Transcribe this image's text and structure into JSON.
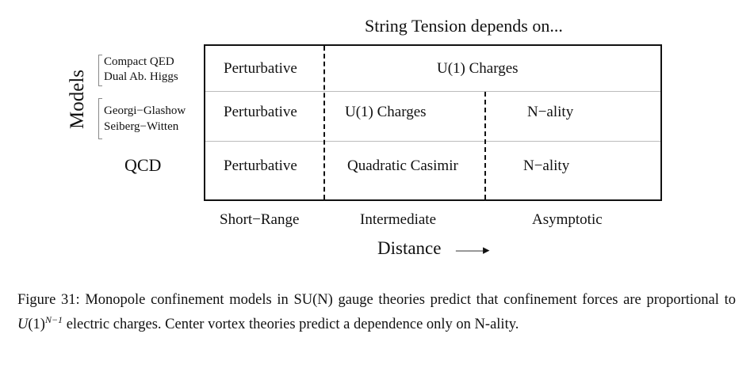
{
  "figure": {
    "title": "String Tension depends on...",
    "models_label": "Models",
    "rows": [
      {
        "labels": [
          "Compact QED",
          "Dual Ab. Higgs"
        ],
        "cells": [
          "Perturbative",
          "U(1) Charges"
        ]
      },
      {
        "labels": [
          "Georgi−Glashow",
          "Seiberg−Witten"
        ],
        "cells": [
          "Perturbative",
          "U(1) Charges",
          "N−ality"
        ]
      },
      {
        "labels": [
          "QCD"
        ],
        "cells": [
          "Perturbative",
          "Quadratic Casimir",
          "N−ality"
        ]
      }
    ],
    "columns": [
      "Short−Range",
      "Intermediate",
      "Asymptotic"
    ],
    "axis_label": "Distance",
    "arrow": "——▸"
  },
  "caption": {
    "prefix": "Figure 31: Monopole confinement models in SU(N) gauge theories predict that confinement forces are proportional to ",
    "math_base": "U",
    "math_paren": "(1)",
    "math_exp": "N−1",
    "suffix": " electric charges. Center vortex theories predict a dependence only on N-ality."
  }
}
